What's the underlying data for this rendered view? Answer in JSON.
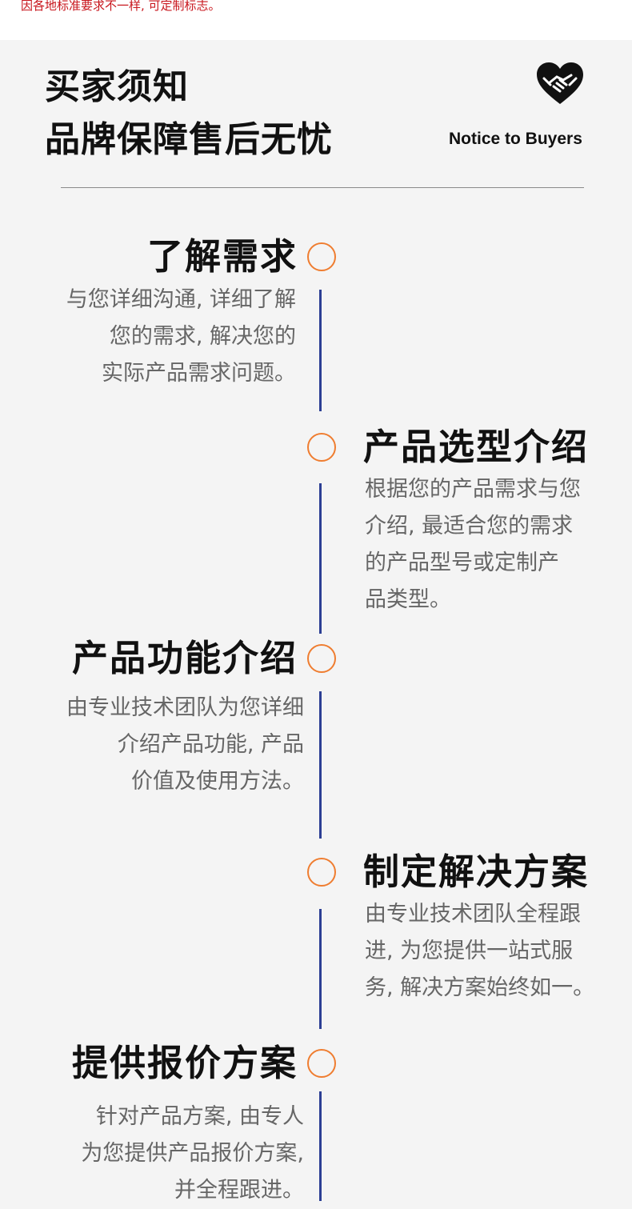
{
  "top_note": "因各地标准要求不一样, 可定制标志。",
  "header": {
    "title_line1": "买家须知",
    "title_line2": "品牌保障售后无忧",
    "notice_en": "Notice to Buyers",
    "icon": "handshake-heart-icon"
  },
  "accent_color": "#ef7d30",
  "line_color": "#2c3f94",
  "steps": [
    {
      "title": "了解需求",
      "lines": [
        "与您详细沟通, 详细了解",
        "您的需求, 解决您的",
        "实际产品需求问题。"
      ]
    },
    {
      "title": "产品选型介绍",
      "lines": [
        "根据您的产品需求与您",
        "介绍, 最适合您的需求",
        "的产品型号或定制产",
        "品类型。"
      ]
    },
    {
      "title": "产品功能介绍",
      "lines": [
        "由专业技术团队为您详细",
        "介绍产品功能, 产品",
        "价值及使用方法。"
      ]
    },
    {
      "title": "制定解决方案",
      "lines": [
        "由专业技术团队全程跟",
        "进, 为您提供一站式服",
        "务, 解决方案始终如一。"
      ]
    },
    {
      "title": "提供报价方案",
      "lines": [
        "针对产品方案, 由专人",
        "为您提供产品报价方案,",
        "并全程跟进。"
      ]
    }
  ]
}
